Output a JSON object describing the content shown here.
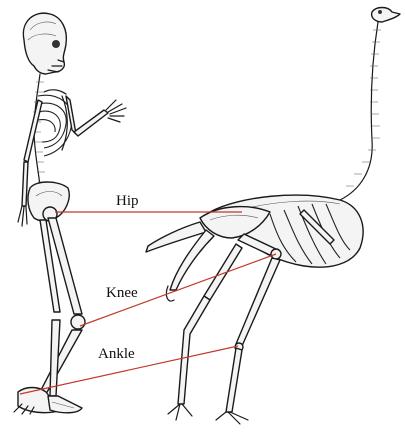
{
  "labels": {
    "hip": "Hip",
    "knee": "Knee",
    "ankle": "Ankle"
  },
  "colors": {
    "connector": "#c0392b",
    "ink": "#1a1a1a"
  }
}
